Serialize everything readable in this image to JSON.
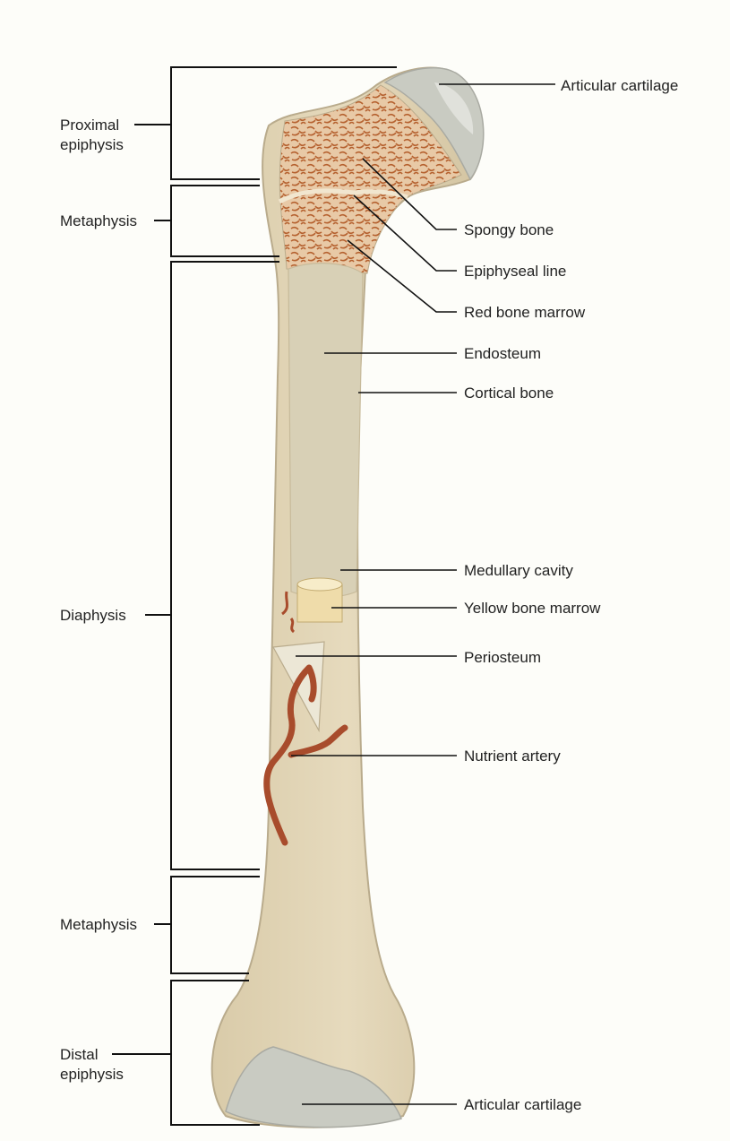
{
  "left_labels": {
    "proximal_epiphysis_line1": "Proximal",
    "proximal_epiphysis_line2": "epiphysis",
    "metaphysis_upper": "Metaphysis",
    "diaphysis": "Diaphysis",
    "metaphysis_lower": "Metaphysis",
    "distal_epiphysis_line1": "Distal",
    "distal_epiphysis_line2": "epiphysis"
  },
  "right_labels": {
    "articular_cartilage_top": "Articular cartilage",
    "spongy_bone": "Spongy bone",
    "epiphyseal_line": "Epiphyseal line",
    "red_bone_marrow": "Red bone marrow",
    "endosteum": "Endosteum",
    "cortical_bone": "Cortical bone",
    "medullary_cavity": "Medullary cavity",
    "yellow_bone_marrow": "Yellow bone marrow",
    "periosteum": "Periosteum",
    "nutrient_artery": "Nutrient artery",
    "articular_cartilage_bottom": "Articular cartilage"
  },
  "colors": {
    "bone": "#e2d6b9",
    "bone_shadow": "#cfc2a2",
    "cartilage": "#c9cbc2",
    "spongy": "#b5612f",
    "marrow_yellow": "#efdcaa",
    "artery": "#a84c2c",
    "line": "#111111"
  }
}
